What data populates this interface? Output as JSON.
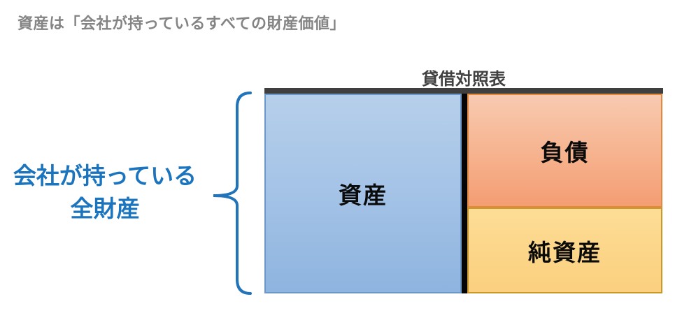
{
  "heading": {
    "text": "資産は「会社が持っているすべての財産価値」"
  },
  "diagram": {
    "title": "貸借対照表",
    "left_label": {
      "line1": "会社が持っている",
      "line2": "全財産"
    },
    "boxes": {
      "assets": {
        "label": "資産"
      },
      "liabilities": {
        "label": "負債"
      },
      "net_assets": {
        "label": "純資産"
      }
    }
  },
  "colors": {
    "heading_text": "#848484",
    "title_text": "#404040",
    "top_bar": "#3F3F3F",
    "assets_fill_top": "#B6CFEA",
    "assets_fill_bottom": "#8EB4DF",
    "assets_border": "#6B97C9",
    "liabilities_fill_top": "#F8CAB1",
    "liabilities_fill_bottom": "#F49D73",
    "liabilities_border": "#E2893E",
    "net_assets_fill_top": "#FDDD96",
    "net_assets_fill_bottom": "#FBD07F",
    "net_assets_border": "#C9992B",
    "divider": "#050505",
    "brace_and_left_text": "#1B74BE",
    "box_label_text": "#0B0B0B"
  }
}
